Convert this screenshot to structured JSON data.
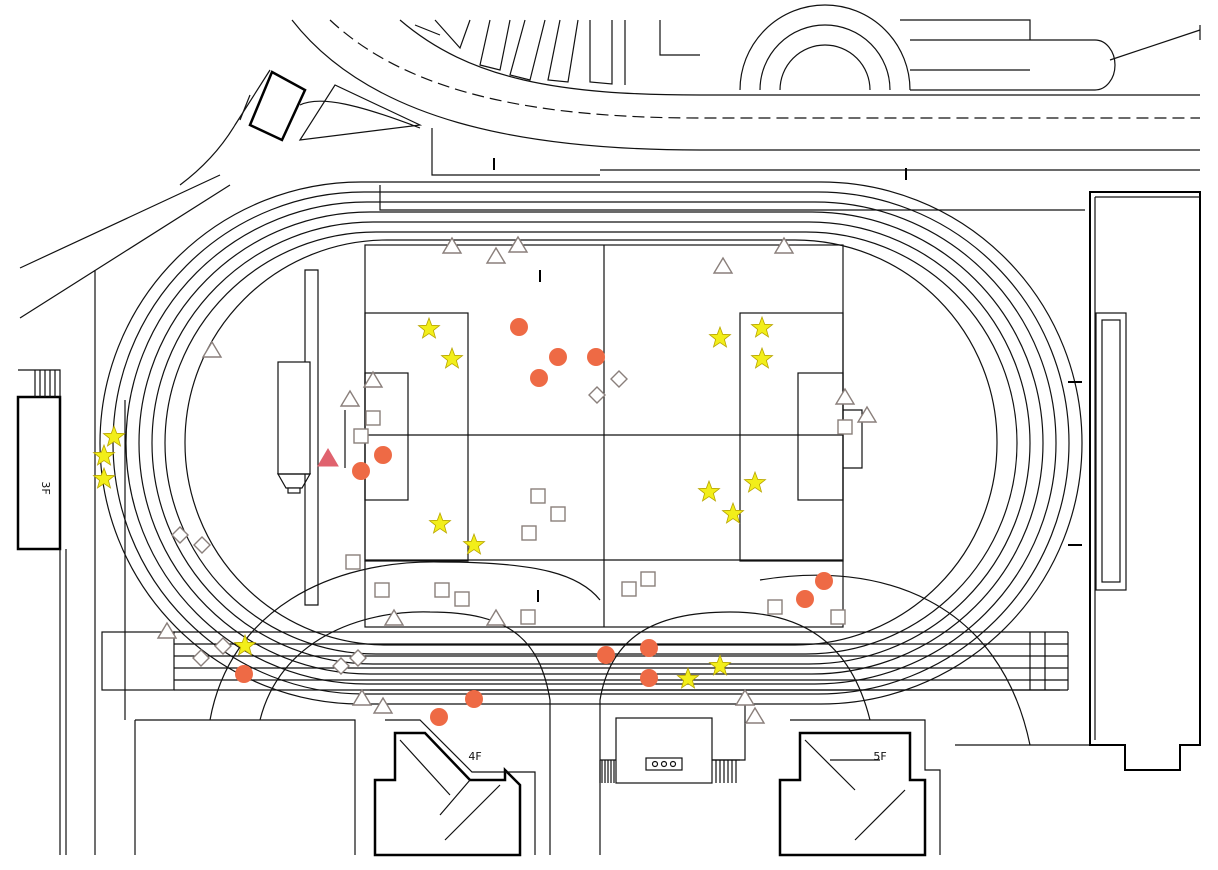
{
  "building_labels": [
    "3F",
    "4F",
    "5F"
  ],
  "colors": {
    "circle": "#ee6a45",
    "star": "#f2ee1a",
    "star_stroke": "#b8a500",
    "open_marker_stroke": "#8a7f7b",
    "highlight_triangle": "#e0626e"
  },
  "legend": []
}
